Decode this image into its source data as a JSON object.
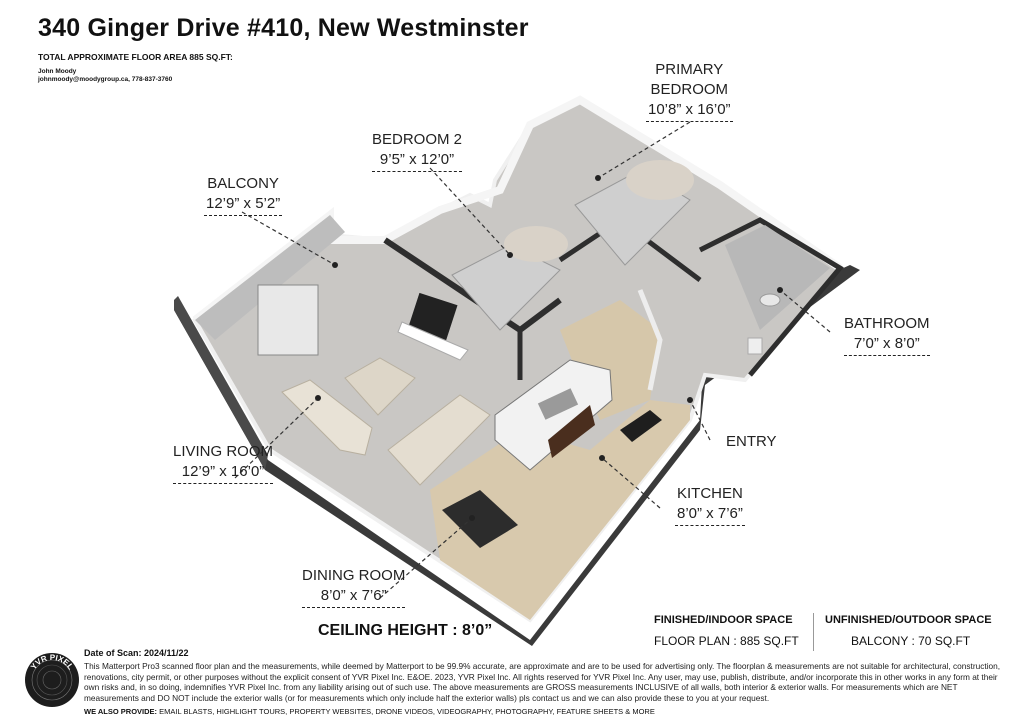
{
  "header": {
    "title": "340 Ginger Drive #410, New Westminster",
    "total_area": "TOTAL APPROXIMATE FLOOR AREA 885 SQ.FT:",
    "agent_name": "John Moody",
    "agent_contact": "johnmoody@moodygroup.ca, 778-837-3760"
  },
  "rooms": {
    "primary": {
      "name_line1": "PRIMARY",
      "name_line2": "BEDROOM",
      "dims": "10’8” x 16’0”"
    },
    "bedroom2": {
      "name": "BEDROOM 2",
      "dims": "9’5” x 12’0”"
    },
    "balcony": {
      "name": "BALCONY",
      "dims": "12’9” x 5’2”"
    },
    "bathroom": {
      "name": "BATHROOM",
      "dims": "7’0” x 8’0”"
    },
    "living": {
      "name": "LIVING ROOM",
      "dims": "12’9” x 16’0”"
    },
    "entry": {
      "name": "ENTRY"
    },
    "kitchen": {
      "name": "KITCHEN",
      "dims": "8’0” x 7’6”"
    },
    "dining": {
      "name": "DINING ROOM",
      "dims": "8’0” x 7’6”"
    }
  },
  "ceiling_height": "CEILING HEIGHT : 8’0”",
  "spaces": {
    "finished_heading": "FINISHED/INDOOR SPACE",
    "finished_value": "FLOOR PLAN  :  885 SQ.FT",
    "unfinished_heading": "UNFINISHED/OUTDOOR SPACE",
    "unfinished_value": "BALCONY  :  70 SQ.FT"
  },
  "footer": {
    "logo_text": "YVR PIXEL",
    "scan_date": "Date of Scan: 2024/11/22",
    "disclaimer": "This Matterport Pro3 scanned floor plan and the measurements, while deemed by Matterport to be 99.9% accurate, are approximate and are to be used for advertising only. The floorplan & measurements are not suitable for architectural, construction, renovations, city permit, or other purposes without the explicit consent of YVR Pixel Inc. E&OE. 2023, YVR Pixel Inc. All rights reserved for YVR Pixel Inc. Any user, may use, publish, distribute, and/or incorporate this in other works in any form at their own risks and, in so doing, indemnifies YVR Pixel Inc. from any liability arising out of such use. The above measurements are GROSS measurements INCLUSIVE of all walls, both interior & exterior walls. For measurements which are NET measurements and DO NOT include the exterior walls (or for measurements which only include half the exterior walls) pls contact us and we can also provide these to you at your request.",
    "also_label": "WE ALSO PROVIDE:",
    "also_services": "EMAIL BLASTS, HIGHLIGHT TOURS, PROPERTY WEBSITES, DRONE VIDEOS, VIDEOGRAPHY, PHOTOGRAPHY, FEATURE SHEETS & MORE"
  },
  "colors": {
    "floor": "#c9c7c4",
    "wall_top": "#f4f4f4",
    "wall_dark": "#3a3a3a",
    "kitchen_floor": "#d8c9ad"
  }
}
